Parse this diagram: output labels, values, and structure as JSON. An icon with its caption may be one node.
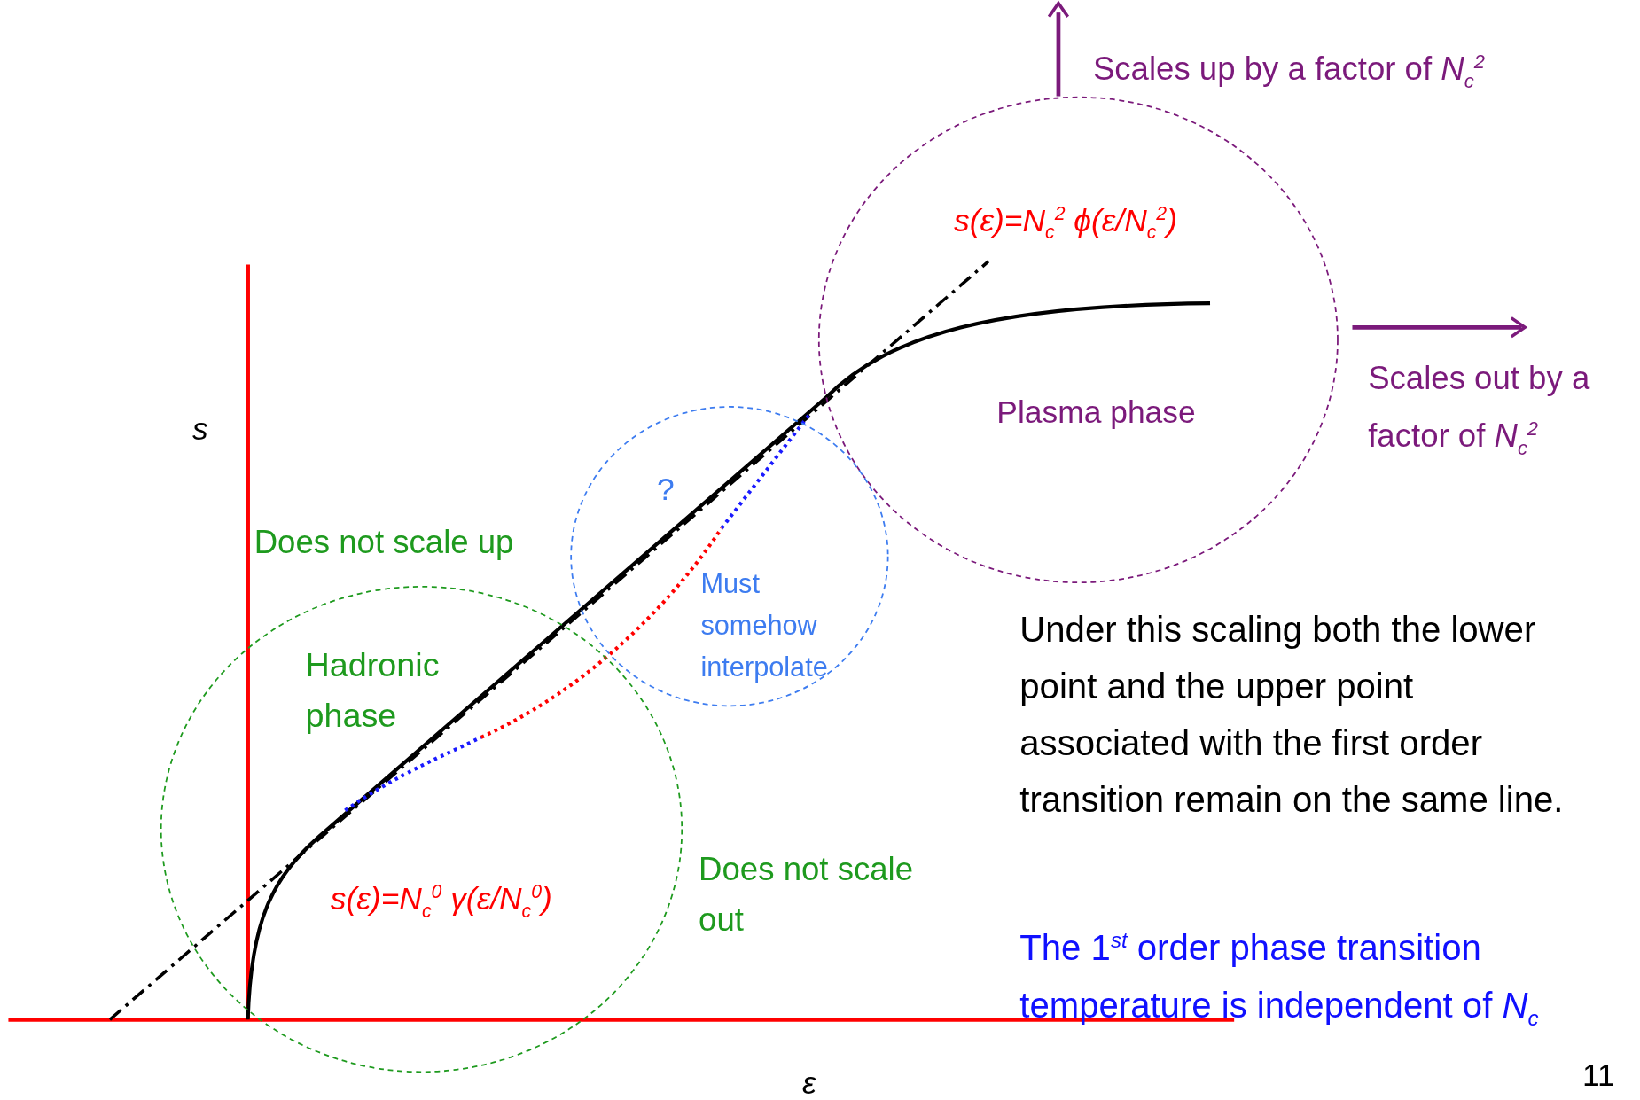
{
  "diagram": {
    "nodes": [
      {
        "text": [
          "s(ε)=N$_{c}$$^{2}$ ϕ(ε/N$_{c}$$^{2}$)",
          "Plasma phase"
        ]
      },
      {
        "text": [
          "?",
          "Must somehow interpolate"
        ]
      },
      {
        "text": [
          "Hadronic phase",
          "s(ε)=N$_{c}$$^{0}$ γ(ε/N$_{c}$$^{0}$)"
        ]
      }
    ],
    "labels": [
      "Scales up by a factor of *N*$_{c}$$^{2}$",
      "Scales out by a factor of *N*$_{c}$$^{2}$",
      "s",
      "Does not scale up",
      "Under this scaling both the lower point  and the upper point  associated with the first order transition remain on the same line.",
      "Does not scale out",
      "The 1$^{st}$ order  phase transition temperature is independent of *N*$_{c}$",
      "ε",
      "11"
    ]
  }
}
